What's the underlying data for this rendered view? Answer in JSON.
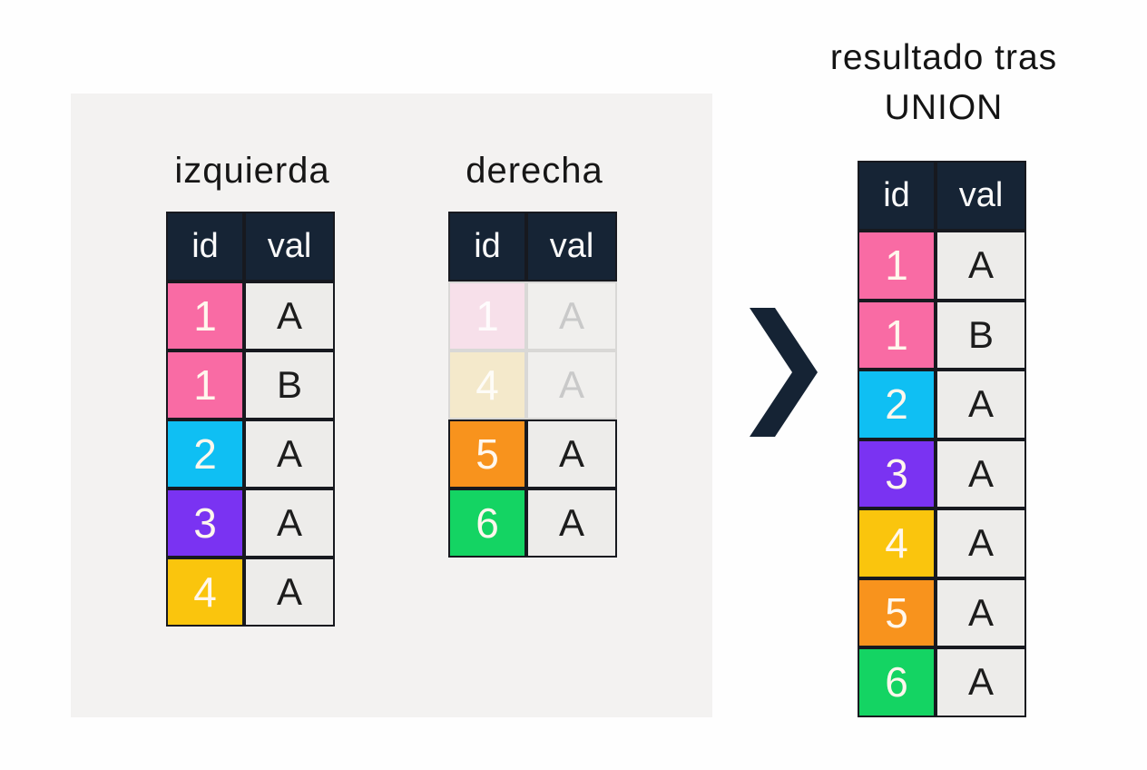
{
  "diagram": {
    "caption": {
      "line1": "resultado tras",
      "line2": "UNION"
    },
    "columns": [
      "id",
      "val"
    ],
    "tables": {
      "left": {
        "title": "izquierda",
        "rows": [
          {
            "id": "1",
            "val": "A",
            "color": "#f96ba4",
            "faded": false
          },
          {
            "id": "1",
            "val": "B",
            "color": "#f96ba4",
            "faded": false
          },
          {
            "id": "2",
            "val": "A",
            "color": "#0fbff3",
            "faded": false
          },
          {
            "id": "3",
            "val": "A",
            "color": "#7a33f2",
            "faded": false
          },
          {
            "id": "4",
            "val": "A",
            "color": "#fac50d",
            "faded": false
          }
        ]
      },
      "right": {
        "title": "derecha",
        "rows": [
          {
            "id": "1",
            "val": "A",
            "color": "#f7e0ea",
            "faded": true
          },
          {
            "id": "4",
            "val": "A",
            "color": "#f4e9cb",
            "faded": true
          },
          {
            "id": "5",
            "val": "A",
            "color": "#f8931d",
            "faded": false
          },
          {
            "id": "6",
            "val": "A",
            "color": "#14d463",
            "faded": false
          }
        ]
      },
      "result": {
        "rows": [
          {
            "id": "1",
            "val": "A",
            "color": "#f96ba4"
          },
          {
            "id": "1",
            "val": "B",
            "color": "#f96ba4"
          },
          {
            "id": "2",
            "val": "A",
            "color": "#0fbff3"
          },
          {
            "id": "3",
            "val": "A",
            "color": "#7a33f2"
          },
          {
            "id": "4",
            "val": "A",
            "color": "#fac50d"
          },
          {
            "id": "5",
            "val": "A",
            "color": "#f8931d"
          },
          {
            "id": "6",
            "val": "A",
            "color": "#14d463"
          }
        ]
      }
    },
    "icons": {
      "arrow": "chevron-right"
    },
    "colors": {
      "header_bg": "#162435",
      "cell_bg": "#edecea",
      "panel_bg": "#f3f2f1",
      "border": "#17191f",
      "faded_border": "#d9d8d6",
      "arrow": "#152334",
      "number_text": "#fff7ed",
      "value_text": "#1c1c1c",
      "faded_text": "#c9c9c9"
    }
  }
}
